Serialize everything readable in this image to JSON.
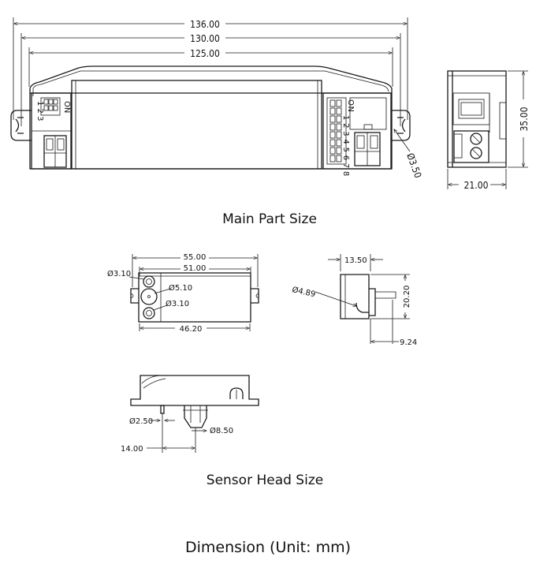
{
  "main_part": {
    "caption": "Main Part Size",
    "dims": {
      "length_overall": "136.00",
      "length_mount": "130.00",
      "length_body": "125.00",
      "hole_dia": "Ø3.50",
      "height": "35.00",
      "width": "21.00"
    },
    "dip_left": {
      "on_label": "ON",
      "numbers": "1 2 3"
    },
    "dip_right": {
      "on_label": "ON",
      "numbers": "1 2 3 4 5 6 7 8"
    }
  },
  "sensor_head": {
    "caption": "Sensor Head Size",
    "dims": {
      "length_overall": "55.00",
      "length_mount": "51.00",
      "hole_top": "Ø3.10",
      "lens": "Ø5.10",
      "hole_bottom": "Ø3.10",
      "length_body": "46.20",
      "depth": "13.50",
      "side_lens": "Ø4.89",
      "height": "20.20",
      "offset": "9.24",
      "pin_dia": "Ø2.50",
      "clip_dia": "Ø8.50",
      "spacing": "14.00"
    }
  },
  "footer": "Dimension (Unit:  mm)"
}
